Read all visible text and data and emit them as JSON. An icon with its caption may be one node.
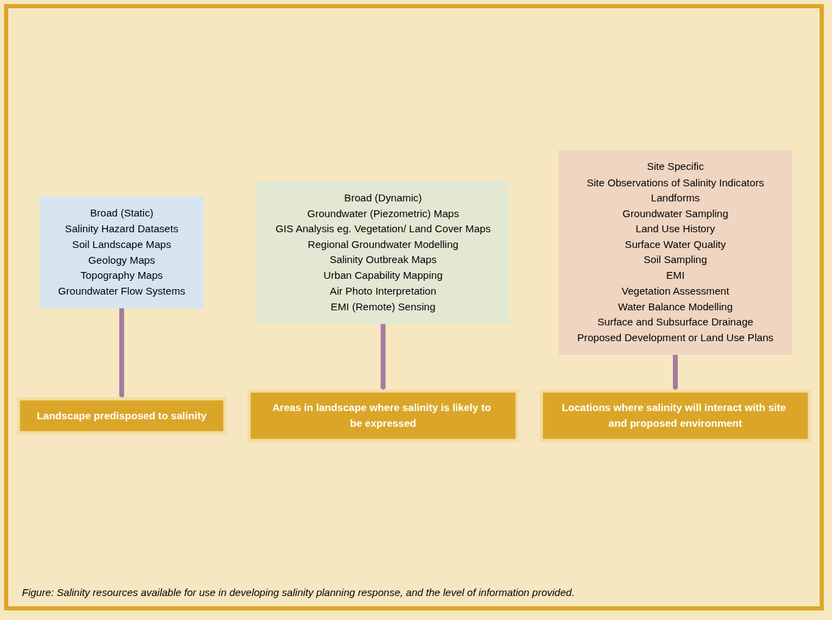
{
  "diagram": {
    "caption": "Figure: Salinity resources available for use in developing salinity planning response, and the level of information provided.",
    "nodes": [
      {
        "text": [
          "Broad (Static)",
          "Salinity Hazard Datasets",
          "Soil Landscape Maps",
          "Geology Maps",
          "Topography Maps",
          "Groundwater Flow Systems"
        ]
      },
      {
        "text": [
          "Broad (Dynamic)",
          "Groundwater (Piezometric) Maps",
          "GIS Analysis eg. Vegetation/ Land Cover Maps",
          "Regional Groundwater Modelling",
          "Salinity Outbreak Maps",
          "Urban Capability Mapping",
          "Air Photo Interpretation",
          "EMI (Remote) Sensing"
        ]
      },
      {
        "text": [
          "Site Specific",
          "Site Observations of Salinity Indicators",
          "Landforms",
          "Groundwater Sampling",
          "Land Use History",
          "Surface Water Quality",
          "Soil Sampling",
          "EMI",
          "Vegetation Assessment",
          "Water Balance Modelling",
          "Surface and Subsurface Drainage",
          "Proposed Development or Land Use Plans"
        ]
      },
      {
        "text": [
          "Landscape predisposed to salinity"
        ]
      },
      {
        "text": [
          "Areas in landscape where salinity is likely to be expressed"
        ]
      },
      {
        "text": [
          "Locations where salinity will interact with site and proposed environment"
        ]
      }
    ],
    "edges": [
      {
        "from": 0,
        "to": 3,
        "arrow": "to"
      },
      {
        "from": 1,
        "to": 4,
        "arrow": "to"
      },
      {
        "from": 2,
        "to": 5,
        "arrow": "to"
      }
    ]
  }
}
